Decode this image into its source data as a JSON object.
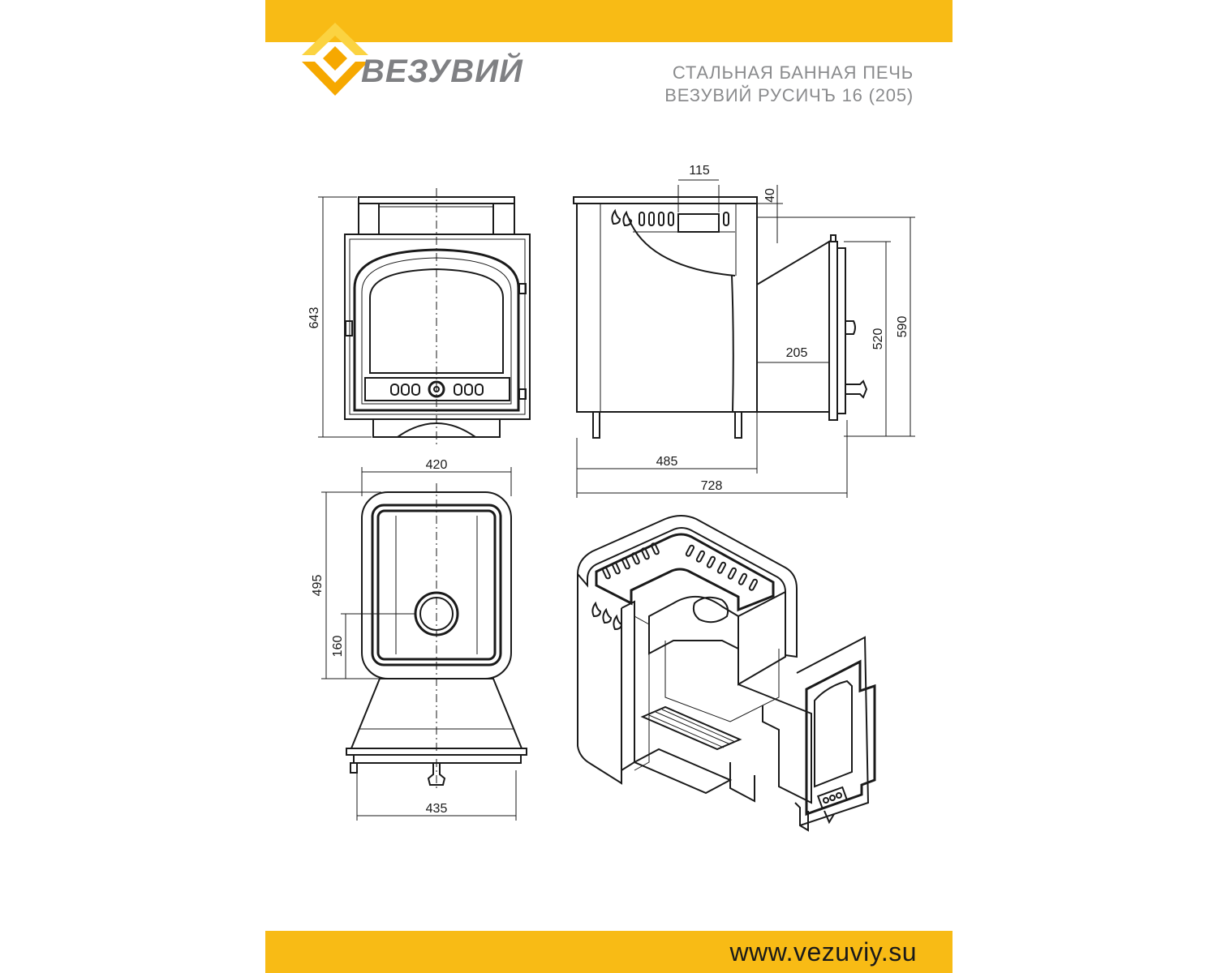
{
  "colors": {
    "band": "#f8bb15",
    "logo_light": "#fbd341",
    "logo_dark": "#f6a800",
    "brand_text": "#7f8083",
    "title_text": "#8a8b8d",
    "line": "#1a1a1a"
  },
  "header": {
    "brand": "ВЕЗУВИЙ",
    "title_line1": "СТАЛЬНАЯ БАННАЯ ПЕЧЬ",
    "title_line2": "ВЕЗУВИЙ РУСИЧЪ 16 (205)"
  },
  "footer": {
    "url": "www.vezuviy.su"
  },
  "dimensions": {
    "front_height": "643",
    "side_top_slot": "115",
    "side_top_offset": "40",
    "side_height_inner": "520",
    "side_height_outer": "590",
    "side_tunnel": "205",
    "side_body_depth": "485",
    "side_total_depth": "728",
    "top_width": "420",
    "top_depth": "495",
    "top_flue_offset": "160",
    "top_door_width": "435"
  },
  "icons": [
    "logo-icon",
    "flame-icon"
  ]
}
